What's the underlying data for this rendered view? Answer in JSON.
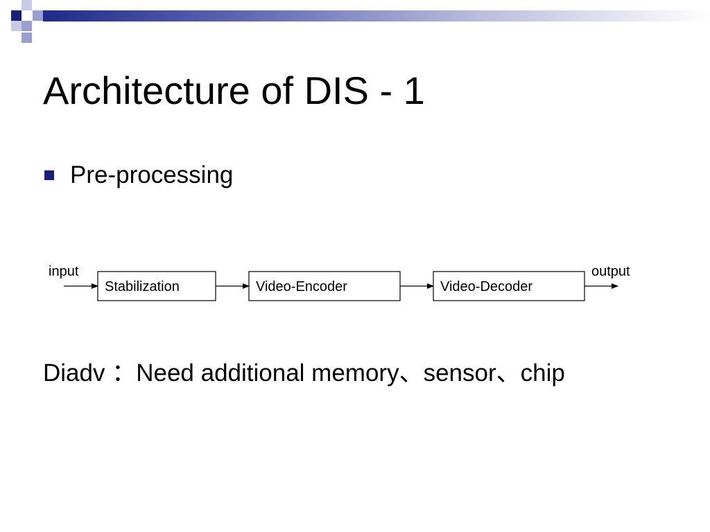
{
  "slide": {
    "title": "Architecture of DIS - 1",
    "bullet": "Pre-processing",
    "footer": "Diadv ：Need additional memory、sensor、chip"
  },
  "diagram": {
    "input_label": "input",
    "output_label": "output",
    "blocks": [
      {
        "label": "Stabilization"
      },
      {
        "label": "Video-Encoder"
      },
      {
        "label": "Video-Decoder"
      }
    ]
  },
  "colors": {
    "accent_navy": "#1a1f7a",
    "band_start": "#1f2a8a",
    "square_light": "#9a9fd0"
  }
}
